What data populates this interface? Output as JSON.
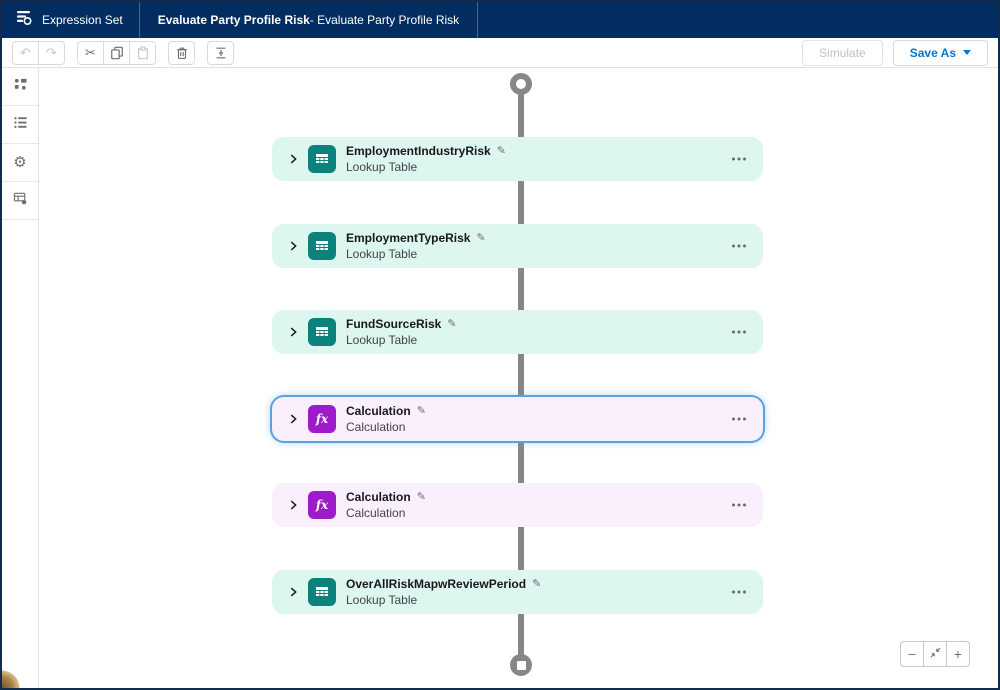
{
  "navbar": {
    "app_label": "Expression Set",
    "document_title": "Evaluate Party Profile Risk",
    "document_rest": " - Evaluate Party Profile Risk"
  },
  "toolbar": {
    "simulate_label": "Simulate",
    "save_as_label": "Save As"
  },
  "icons": {
    "undo": "↶",
    "redo": "↷",
    "cut": "✂",
    "gear": "⚙",
    "edit": "✎",
    "formula": "fx"
  },
  "sidebar": {
    "items": [
      {
        "icon": "elements-icon"
      },
      {
        "icon": "list-icon"
      },
      {
        "icon": "settings-gear-icon"
      },
      {
        "icon": "resource-manager-icon"
      }
    ]
  },
  "canvas": {
    "start_node": "start",
    "end_node": "end",
    "nodes": [
      {
        "title": "EmploymentIndustryRisk",
        "subtitle": "Lookup Table",
        "type": "lookup-table",
        "selected": false
      },
      {
        "title": "EmploymentTypeRisk",
        "subtitle": "Lookup Table",
        "type": "lookup-table",
        "selected": false
      },
      {
        "title": "FundSourceRisk",
        "subtitle": "Lookup Table",
        "type": "lookup-table",
        "selected": false
      },
      {
        "title": "Calculation",
        "subtitle": "Calculation",
        "type": "calculation",
        "selected": true
      },
      {
        "title": "Calculation",
        "subtitle": "Calculation",
        "type": "calculation",
        "selected": false
      },
      {
        "title": "OverAllRiskMapwReviewPeriod",
        "subtitle": "Lookup Table",
        "type": "lookup-table",
        "selected": false
      }
    ]
  },
  "zoom_controls": {
    "zoom_out": "−",
    "zoom_in": "+",
    "fit": "fit-view"
  },
  "colors": {
    "navbar_bg": "#032D60",
    "accent_blue": "#0176D3",
    "lookup_icon": "#0B827C",
    "calculation_icon": "#9D1BC9",
    "lookup_card_bg": "#DDF6F0",
    "calculation_card_bg": "#FAF0FD",
    "selection_border": "#5AA2DF",
    "connector": "#878787"
  }
}
